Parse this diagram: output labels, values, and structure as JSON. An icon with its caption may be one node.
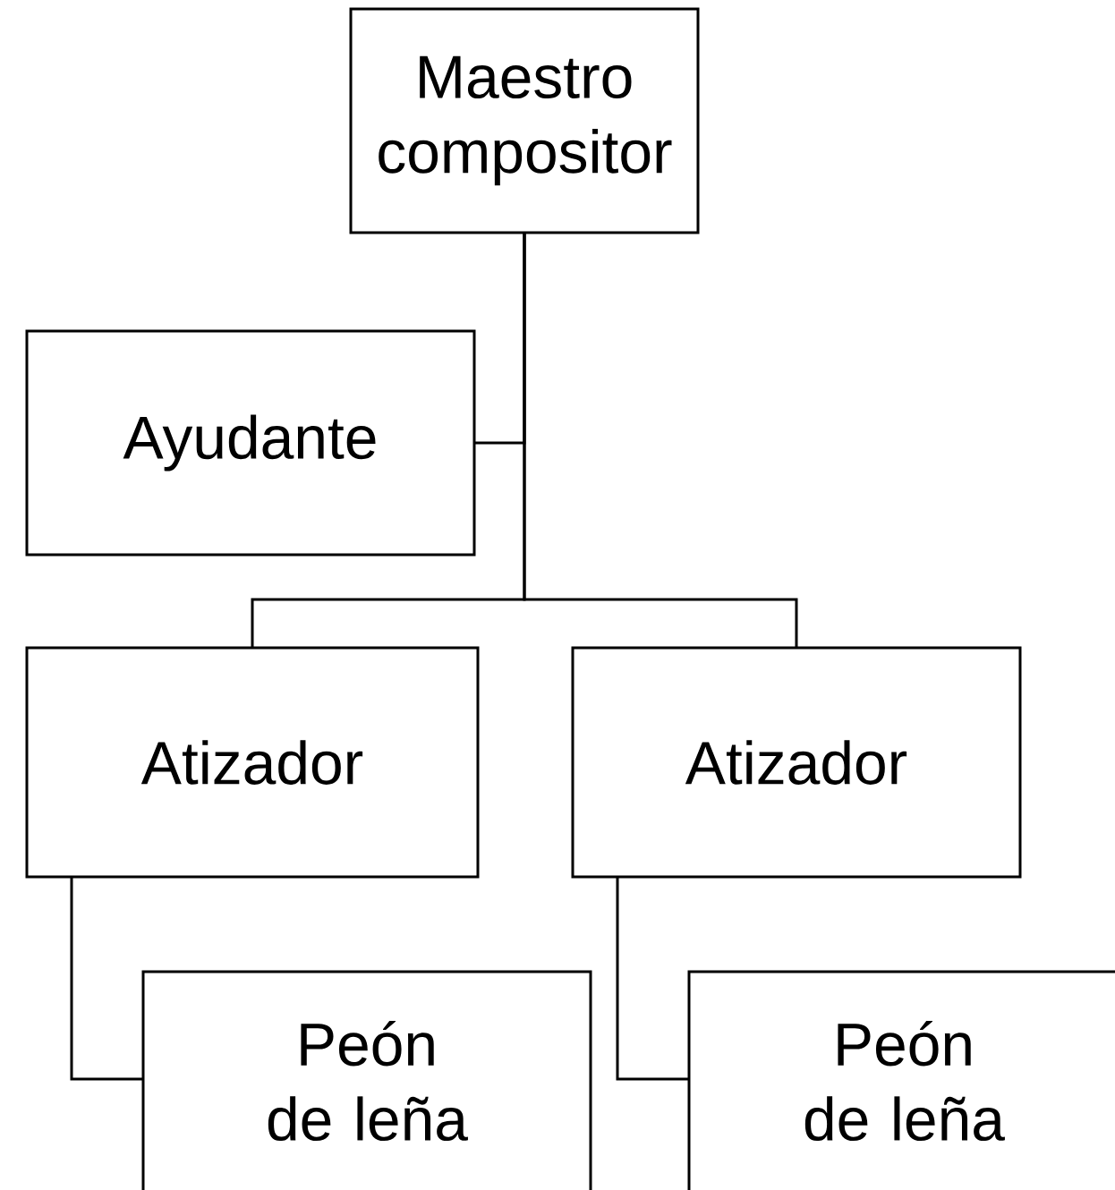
{
  "diagram": {
    "nodes": [
      {
        "text": [
          "Maestro compositor"
        ]
      },
      {
        "text": [
          "Ayudante"
        ]
      },
      {
        "text": [
          "Atizador"
        ]
      },
      {
        "text": [
          "Atizador"
        ]
      },
      {
        "text": [
          "Peón de leña"
        ]
      },
      {
        "text": [
          "Peón de leña"
        ]
      }
    ],
    "edges": [
      {
        "from": 0,
        "to": 1,
        "arrow": "none"
      },
      {
        "from": 0,
        "to": 2,
        "arrow": "none"
      },
      {
        "from": 0,
        "to": 3,
        "arrow": "none"
      },
      {
        "from": 2,
        "to": 4,
        "arrow": "none"
      },
      {
        "from": 3,
        "to": 5,
        "arrow": "none"
      }
    ]
  }
}
